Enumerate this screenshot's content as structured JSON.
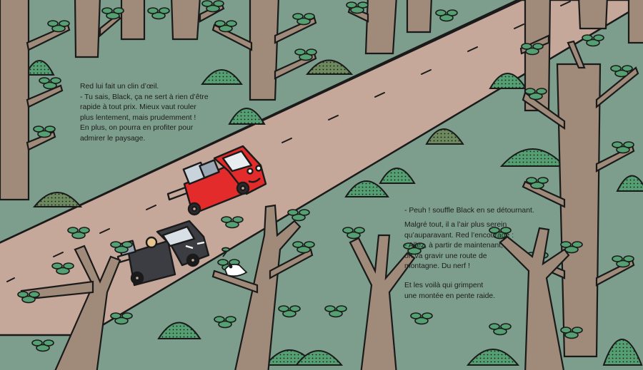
{
  "text": {
    "left_paragraph": "Red lui fait un clin d’œil.\n- Tu sais, Black, ça ne sert à rien d’être\nrapide à tout prix. Mieux vaut rouler\nplus lentement, mais prudemment !\nEn plus, on pourra en profiter pour\nadmirer le paysage.",
    "right_line_1": "- Peuh ! souffle Black en se détournant.",
    "right_paragraph_2": "Malgré tout, il a l’air plus serein\nqu’auparavant. Red l’encourage :\n- Allez, à partir de maintenant,\non va gravir une route de\nmontagne. Du nerf !",
    "right_paragraph_3": "Et les voilà qui grimpent\nune montée en pente raide."
  },
  "colors": {
    "background": "#7d9e8c",
    "road": "#c5a89a",
    "trunk": "#a08b7b",
    "bush": "#55a072",
    "bush_dark": "#6c8a5e",
    "red_truck": "#e32b2b",
    "black_truck": "#3b3d43",
    "outline": "#1a1a1a"
  }
}
